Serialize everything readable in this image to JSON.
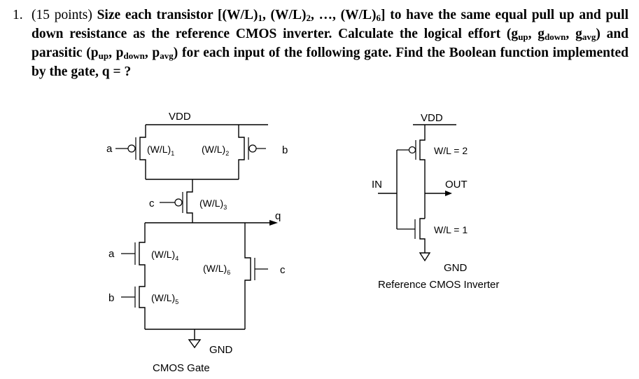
{
  "problem": {
    "number": "1.",
    "points": "(15 points)",
    "text_1": " Size each transistor [(W/L)",
    "s1": "1",
    "text_2": ", (W/L)",
    "s2": "2",
    "text_3": ", …, (W/L)",
    "s6": "6",
    "text_4": "] to have the same equal pull up and pull down resistance as the reference CMOS inverter. Calculate the logical effort (g",
    "sub_up": "up",
    "text_5": ", g",
    "sub_down": "down",
    "text_6": ", g",
    "sub_avg": "avg",
    "text_7": ") and parasitic (p",
    "text_8": ", p",
    "text_9": ", p",
    "text_10": ") for each input of the following gate. Find the Boolean function implemented by the gate, q = ?"
  },
  "gate": {
    "vdd": "VDD",
    "gnd": "GND",
    "caption": "CMOS Gate",
    "output": "q",
    "in_a_top": "a",
    "in_b_top": "b",
    "in_c_top": "c",
    "in_a_bot": "a",
    "in_b_bot": "b",
    "in_c_bot": "c",
    "wl1_base": "(W/L)",
    "wl1_sub": "1",
    "wl2_base": "(W/L)",
    "wl2_sub": "2",
    "wl3_base": "(W/L)",
    "wl3_sub": "3",
    "wl4_base": "(W/L)",
    "wl4_sub": "4",
    "wl5_base": "(W/L)",
    "wl5_sub": "5",
    "wl6_base": "(W/L)",
    "wl6_sub": "6"
  },
  "inverter": {
    "vdd": "VDD",
    "gnd": "GND",
    "in": "IN",
    "out": "OUT",
    "pmos_wl": "W/L = 2",
    "nmos_wl": "W/L = 1",
    "caption": "Reference CMOS Inverter"
  }
}
